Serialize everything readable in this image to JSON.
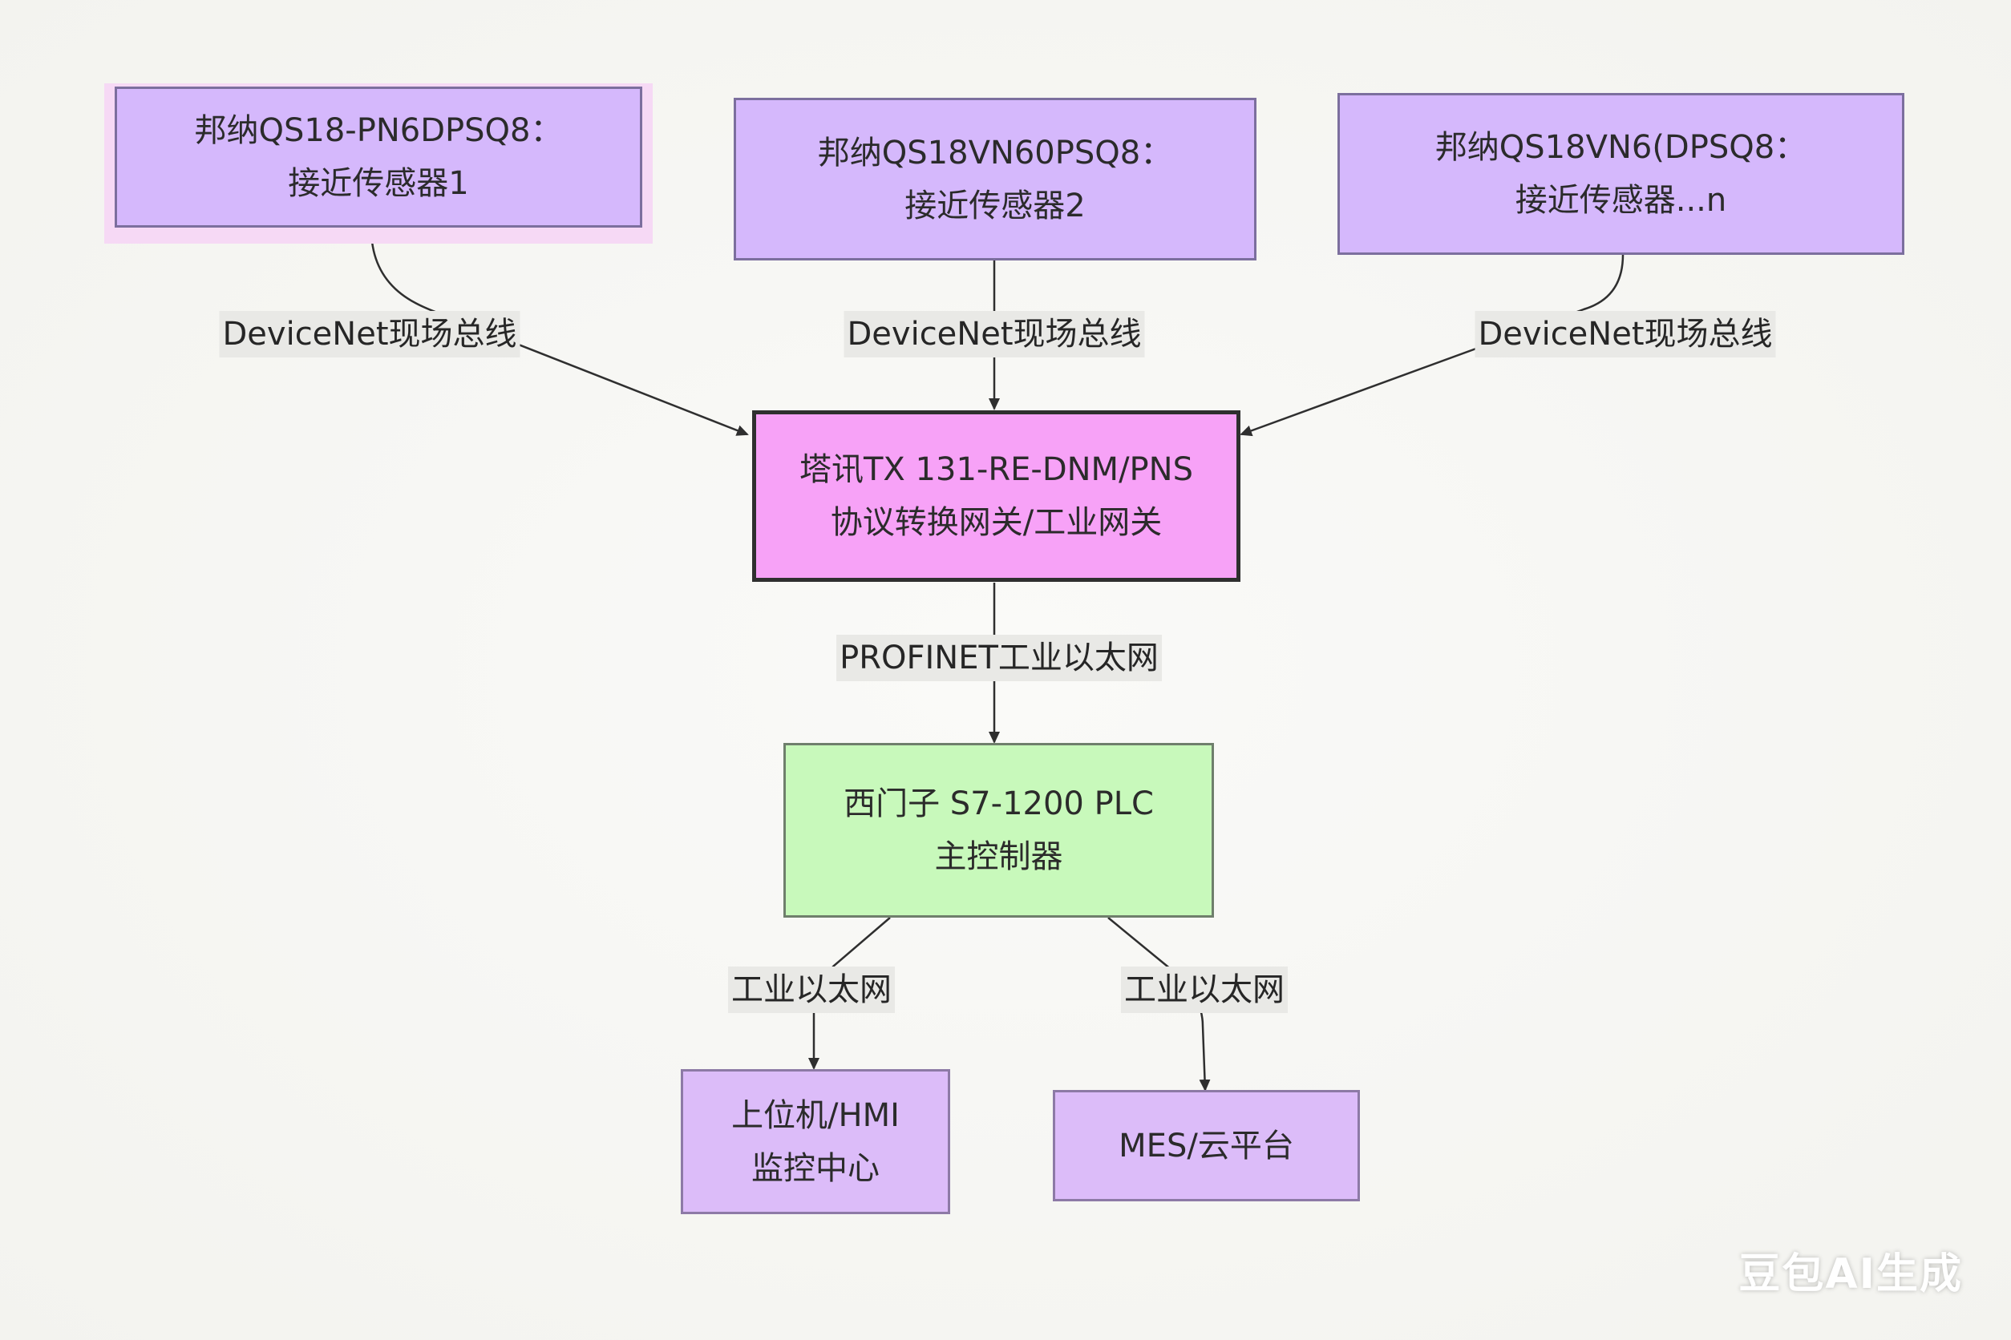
{
  "nodes": {
    "sensor1": {
      "line1": "邦纳QS18-PN6DPSQ8：",
      "line2": "接近传感器1"
    },
    "sensor2": {
      "line1": "邦纳QS18VN60PSQ8：",
      "line2": "接近传感器2"
    },
    "sensorN": {
      "line1": "邦纳QS18VN6(DPSQ8：",
      "line2": "接近传感器...n"
    },
    "gateway": {
      "line1": "塔讯TX 131-RE-DNM/PNS",
      "line2": "协议转换网关/工业网关"
    },
    "plc": {
      "line1": "西门子 S7-1200 PLC",
      "line2": "主控制器"
    },
    "hmi": {
      "line1": "上位机/HMI",
      "line2": "监控中心"
    },
    "mes": {
      "line1": "MES/云平台"
    }
  },
  "edges": {
    "sensor1_gateway": "DeviceNet现场总线",
    "sensor2_gateway": "DeviceNet现场总线",
    "sensorN_gateway": "DeviceNet现场总线",
    "gateway_plc": "PROFINET工业以太网",
    "plc_hmi": "工业以太网",
    "plc_mes": "工业以太网"
  },
  "watermark": "豆包AI生成",
  "colors": {
    "sensor": "#d5b8fc",
    "gateway": "#f7a2f7",
    "plc": "#c8f9bb",
    "client": "#dcbcf9",
    "edge": "#2f2f2f"
  }
}
